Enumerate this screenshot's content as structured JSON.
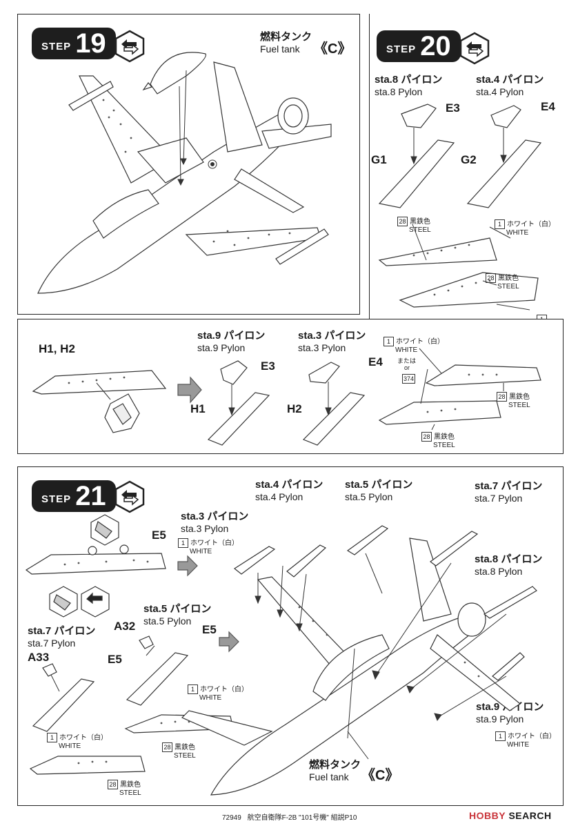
{
  "step19": {
    "word": "STEP",
    "number": "19",
    "fuel_jp": "燃料タンク",
    "fuel_en": "Fuel tank",
    "fuel_ref": "《C》"
  },
  "step20": {
    "word": "STEP",
    "number": "20",
    "sta8_jp": "sta.8 パイロン",
    "sta8_en": "sta.8 Pylon",
    "sta4_jp": "sta.4 パイロン",
    "sta4_en": "sta.4 Pylon",
    "parts": {
      "e3": "E3",
      "e4": "E4",
      "g1": "G1",
      "g2": "G2"
    },
    "colors": {
      "c28": "28",
      "c28_jp": "黒鉄色",
      "c28_en": "STEEL",
      "c1": "1",
      "c1_jp": "ホワイト（白）",
      "c1_en": "WHITE"
    }
  },
  "step20b": {
    "h1h2": "H1, H2",
    "sta9_jp": "sta.9 パイロン",
    "sta9_en": "sta.9 Pylon",
    "sta3_jp": "sta.3 パイロン",
    "sta3_en": "sta.3 Pylon",
    "parts": {
      "e3": "E3",
      "e4": "E4",
      "h1": "H1",
      "h2": "H2"
    },
    "colors": {
      "c1": "1",
      "c1_jp": "ホワイト（白）",
      "c1_en": "WHITE",
      "or_jp": "または",
      "or_en": "or",
      "c374": "374",
      "c28": "28",
      "c28_jp": "黒鉄色",
      "c28_en": "STEEL"
    }
  },
  "step21": {
    "word": "STEP",
    "number": "21",
    "sta4_jp": "sta.4 パイロン",
    "sta4_en": "sta.4 Pylon",
    "sta5_jp": "sta.5 パイロン",
    "sta5_en": "sta.5 Pylon",
    "sta7_jp": "sta.7 パイロン",
    "sta7_en": "sta.7 Pylon",
    "sta3_jp": "sta.3 パイロン",
    "sta3_en": "sta.3 Pylon",
    "sta8_jp": "sta.8 パイロン",
    "sta8_en": "sta.8 Pylon",
    "sta9_jp": "sta.9 パイロン",
    "sta9_en": "sta.9 Pylon",
    "left_sta5_jp": "sta.5 パイロン",
    "left_sta5_en": "sta.5 Pylon",
    "left_sta7_jp": "sta.7 パイロン",
    "left_sta7_en": "sta.7 Pylon",
    "parts": {
      "e5a": "E5",
      "e5b": "E5",
      "e5c": "E5",
      "a32": "A32",
      "a33": "A33"
    },
    "colors": {
      "c1": "1",
      "c1_jp": "ホワイト（白）",
      "c1_en": "WHITE",
      "c28": "28",
      "c28_jp": "黒鉄色",
      "c28_en": "STEEL"
    },
    "fuel_jp": "燃料タンク",
    "fuel_en": "Fuel tank",
    "fuel_ref": "《C》"
  },
  "footer": {
    "code": "72949",
    "title": "航空自衛隊F-2B \"101号機\" 組説P10"
  },
  "watermark": {
    "brand": "HOBBY",
    "tail": " SEARCH"
  }
}
